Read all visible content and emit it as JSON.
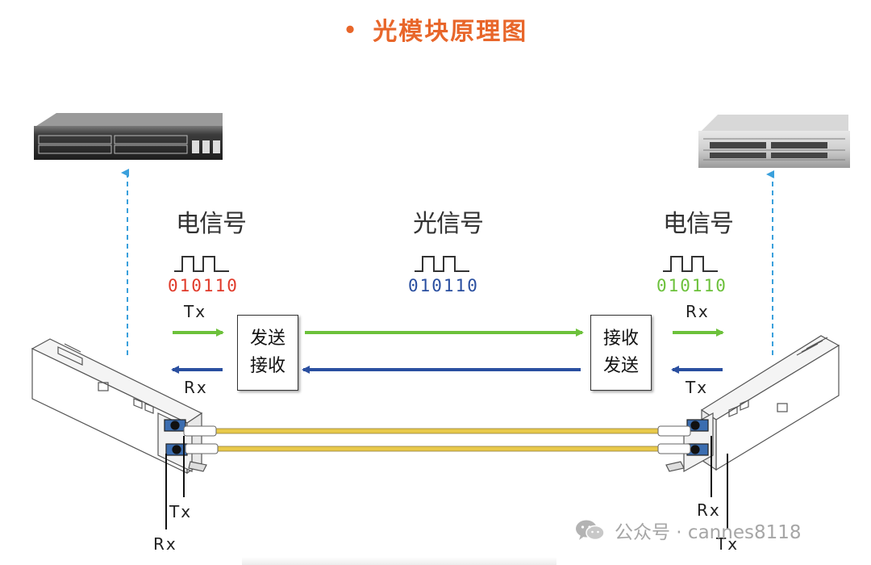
{
  "title": "光模块原理图",
  "signals": {
    "left_electrical": "电信号",
    "optical": "光信号",
    "right_electrical": "电信号",
    "bits_left": "010110",
    "bits_center": "010110",
    "bits_right": "010110"
  },
  "labels": {
    "tx_left": "Tx",
    "rx_left": "Rx",
    "rx_right": "Rx",
    "tx_right": "Tx",
    "port_left_tx": "Tx",
    "port_left_rx": "Rx",
    "port_right_rx": "Rx",
    "port_right_tx": "Tx"
  },
  "boxes": {
    "left_line1": "发送",
    "left_line2": "接收",
    "right_line1": "接收",
    "right_line2": "发送"
  },
  "watermark": "公众号 · cannes8118",
  "colors": {
    "title": "#e8662a",
    "tx_arrow": "#6cc13b",
    "rx_arrow": "#2a4fa0",
    "bits_left": "#e03a2a",
    "bits_center": "#2a4fa0",
    "bits_right": "#6cc13b",
    "dashed_arrow": "#3aa0dc",
    "fiber": "#e8c94a"
  }
}
